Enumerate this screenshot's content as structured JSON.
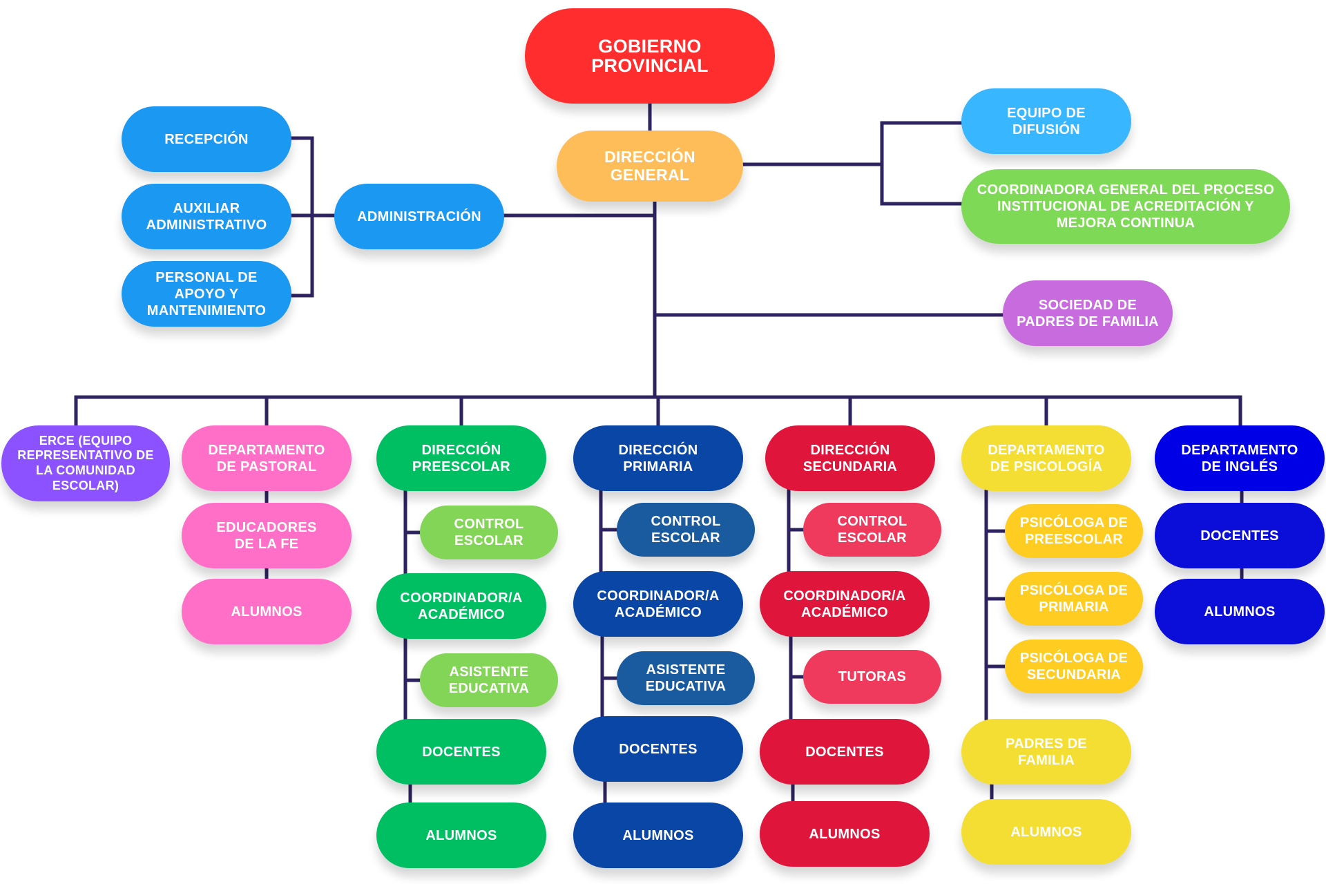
{
  "colors": {
    "line": "#2e2260",
    "red": "#ff2d2d",
    "orange": "#ffbd59",
    "lightblue": "#38b6ff",
    "blue": "#1a98f2",
    "green": "#7ed957",
    "purple": "#c86bdf",
    "violet": "#8c52ff",
    "pink": "#ff6ec7",
    "emerald": "#00bf63",
    "lightgreen": "#82d556",
    "navy": "#0a46a6",
    "steel": "#1a5ba0",
    "crimson": "#e0153c",
    "rose": "#ef3a5d",
    "yellow": "#f5de33",
    "gold": "#ffcc22",
    "royal": "#0000e6",
    "deepblue": "#0a0ed8"
  },
  "nodes": {
    "gobierno": "GOBIERNO\nPROVINCIAL",
    "direccion_general": "DIRECCIÓN\nGENERAL",
    "equipo_difusion": "EQUIPO DE\nDIFUSIÓN",
    "coordinadora": "COORDINADORA GENERAL DEL PROCESO\nINSTITUCIONAL DE ACREDITACIÓN Y\nMEJORA CONTINUA",
    "sociedad_padres": "SOCIEDAD DE\nPADRES DE FAMILIA",
    "administracion": "ADMINISTRACIÓN",
    "recepcion": "RECEPCIÓN",
    "auxiliar": "AUXILIAR\nADMINISTRATIVO",
    "personal_apoyo": "PERSONAL DE\nAPOYO Y\nMANTENIMIENTO",
    "erce": "ERCE (EQUIPO\nREPRESENTATIVO DE\nLA COMUNIDAD\nESCOLAR)",
    "pastoral": "DEPARTAMENTO\nDE PASTORAL",
    "educadores_fe": "EDUCADORES\nDE LA FE",
    "pastoral_alumnos": "ALUMNOS",
    "preescolar": "DIRECCIÓN\nPREESCOLAR",
    "pre_control": "CONTROL\nESCOLAR",
    "pre_coord": "COORDINADOR/A\nACADÉMICO",
    "pre_asistente": "ASISTENTE\nEDUCATIVA",
    "pre_docentes": "DOCENTES",
    "pre_alumnos": "ALUMNOS",
    "primaria": "DIRECCIÓN\nPRIMARIA",
    "pri_control": "CONTROL\nESCOLAR",
    "pri_coord": "COORDINADOR/A\nACADÉMICO",
    "pri_asistente": "ASISTENTE\nEDUCATIVA",
    "pri_docentes": "DOCENTES",
    "pri_alumnos": "ALUMNOS",
    "secundaria": "DIRECCIÓN\nSECUNDARIA",
    "sec_control": "CONTROL\nESCOLAR",
    "sec_coord": "COORDINADOR/A\nACADÉMICO",
    "sec_tutoras": "TUTORAS",
    "sec_docentes": "DOCENTES",
    "sec_alumnos": "ALUMNOS",
    "psicologia": "DEPARTAMENTO\nDE PSICOLOGÍA",
    "psi_pre": "PSICÓLOGA DE\nPREESCOLAR",
    "psi_pri": "PSICÓLOGA DE\nPRIMARIA",
    "psi_sec": "PSICÓLOGA DE\nSECUNDARIA",
    "psi_padres": "PADRES DE\nFAMILIA",
    "psi_alumnos": "ALUMNOS",
    "ingles": "DEPARTAMENTO\nDE INGLÉS",
    "ing_docentes": "DOCENTES",
    "ing_alumnos": "ALUMNOS"
  }
}
